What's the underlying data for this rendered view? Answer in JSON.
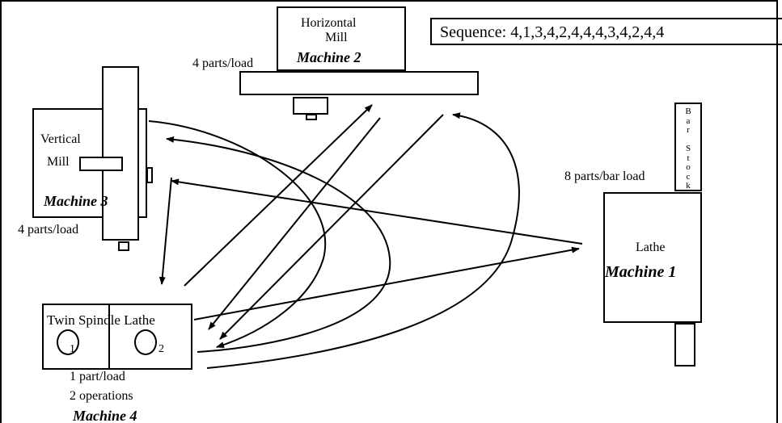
{
  "sequence": "Sequence: 4,1,3,4,2,4,4,4,3,4,2,4,4",
  "machine2": {
    "line1": "Horizontal",
    "line2": "Mill",
    "name": "Machine 2",
    "load": "4 parts/load"
  },
  "machine3": {
    "line1": "Vertical",
    "line2": "Mill",
    "name": "Machine 3",
    "load": "4 parts/load"
  },
  "machine1": {
    "label": "Lathe",
    "name": "Machine 1",
    "load": "8 parts/bar load",
    "bar_stock_letters": [
      "B",
      "a",
      "r",
      "",
      "S",
      "t",
      "o",
      "c",
      "k"
    ]
  },
  "machine4": {
    "label": "Twin Spindle Lathe",
    "spindle1": "1",
    "spindle2": "2",
    "load": "1 part/load",
    "ops": "2 operations",
    "name": "Machine 4"
  }
}
